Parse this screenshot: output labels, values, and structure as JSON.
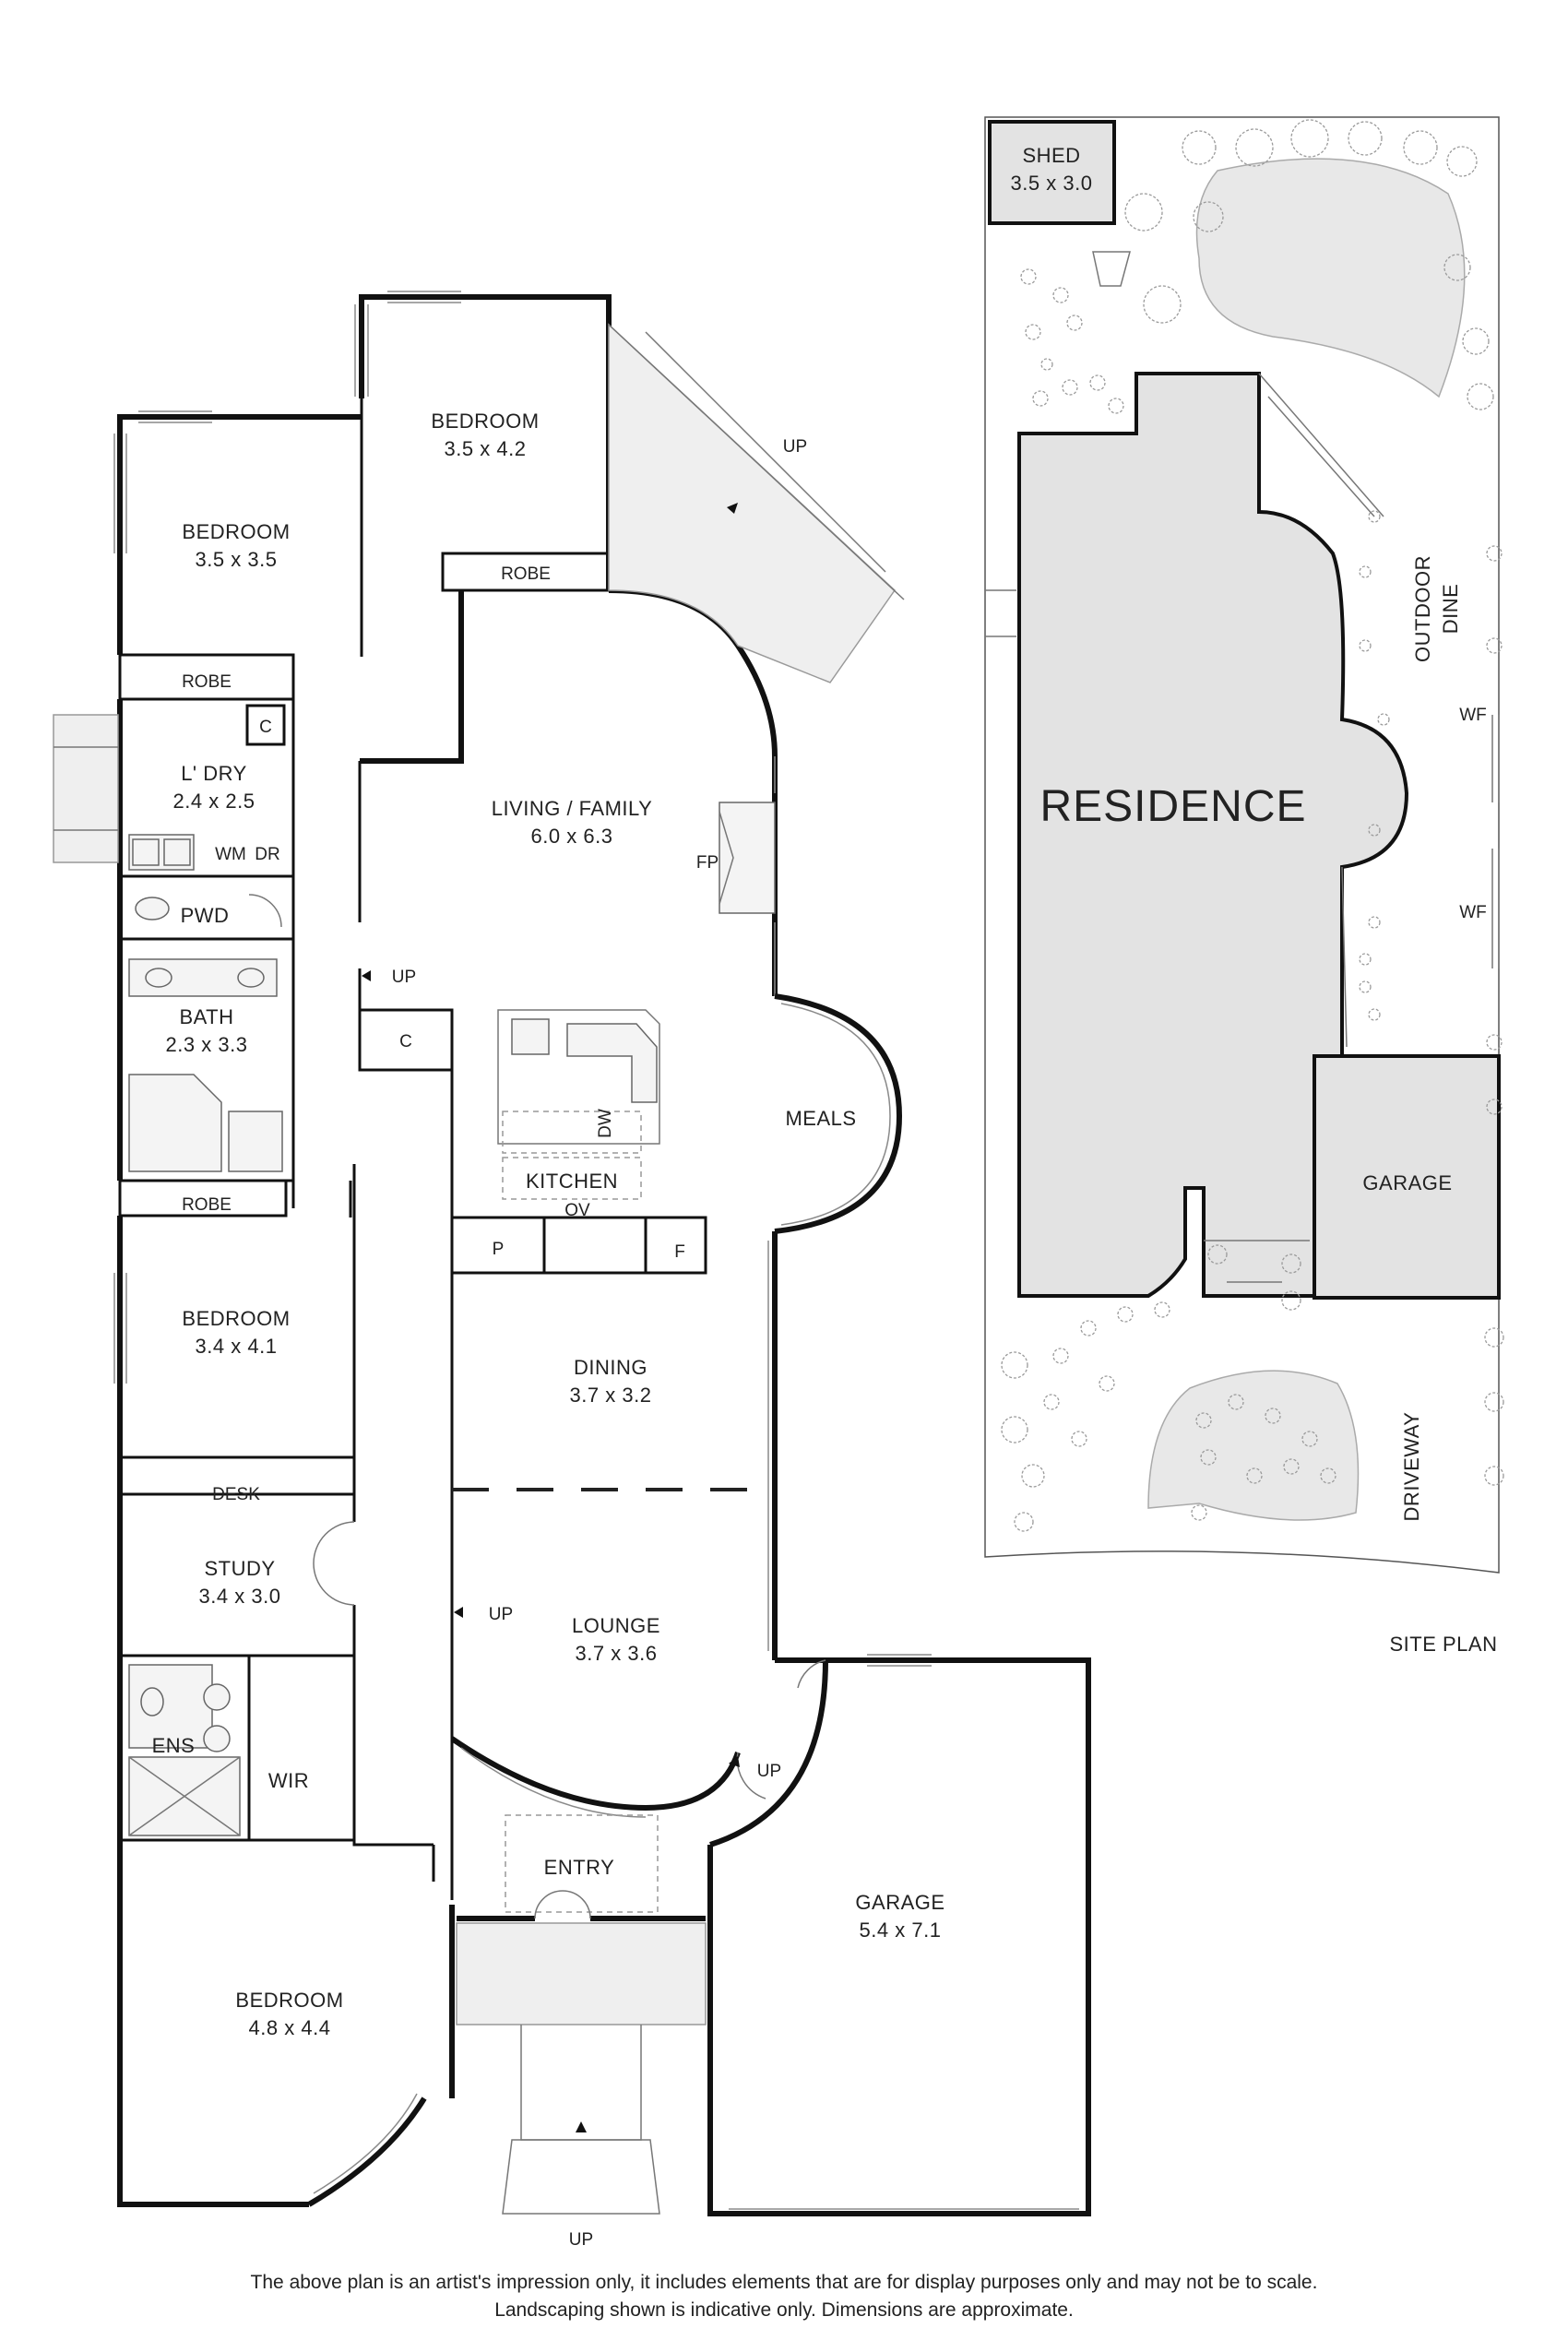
{
  "rooms": {
    "bedroom_top": {
      "name": "BEDROOM",
      "dims": "3.5 x 4.2"
    },
    "bedroom_upper_left": {
      "name": "BEDROOM",
      "dims": "3.5 x 3.5"
    },
    "robe_top": "ROBE",
    "robe_upper_left": "ROBE",
    "c_laundry": "C",
    "laundry": {
      "name": "L' DRY",
      "dims": "2.4 x 2.5"
    },
    "wm": "WM",
    "dr": "DR",
    "pwd": "PWD",
    "bath": {
      "name": "BATH",
      "dims": "2.3 x 3.3"
    },
    "living": {
      "name": "LIVING / FAMILY",
      "dims": "6.0 x 6.3"
    },
    "fp": "FP",
    "up_living": "UP",
    "up_deck": "UP",
    "c_hall": "C",
    "dw": "DW",
    "kitchen": "KITCHEN",
    "ov": "OV",
    "p": "P",
    "f": "F",
    "meals": "MEALS",
    "robe_mid": "ROBE",
    "bedroom_mid": {
      "name": "BEDROOM",
      "dims": "3.4 x 4.1"
    },
    "dining": {
      "name": "DINING",
      "dims": "3.7 x 3.2"
    },
    "desk": "DESK",
    "study": {
      "name": "STUDY",
      "dims": "3.4 x 3.0"
    },
    "lounge": {
      "name": "LOUNGE",
      "dims": "3.7 x 3.6"
    },
    "up_lounge": "UP",
    "up_garage": "UP",
    "ens": "ENS",
    "wir": "WIR",
    "entry": "ENTRY",
    "garage": {
      "name": "GARAGE",
      "dims": "5.4 x 7.1"
    },
    "bedroom_master": {
      "name": "BEDROOM",
      "dims": "4.8 x 4.4"
    },
    "up_front": "UP"
  },
  "site": {
    "shed": {
      "name": "SHED",
      "dims": "3.5 x 3.0"
    },
    "residence": "RESIDENCE",
    "outdoor": "OUTDOOR",
    "dine": "DINE",
    "wf1": "WF",
    "wf2": "WF",
    "garage": "GARAGE",
    "driveway": "DRIVEWAY",
    "title": "SITE PLAN"
  },
  "disclaimer": {
    "line1": "The above plan is an artist's impression only, it includes elements that are for display purposes only and may not be to scale.",
    "line2": "Landscaping shown is indicative only. Dimensions are approximate."
  },
  "colors": {
    "wall": "#111111",
    "residence_fill": "#e3e3e3",
    "deck_fill": "#efefef"
  }
}
